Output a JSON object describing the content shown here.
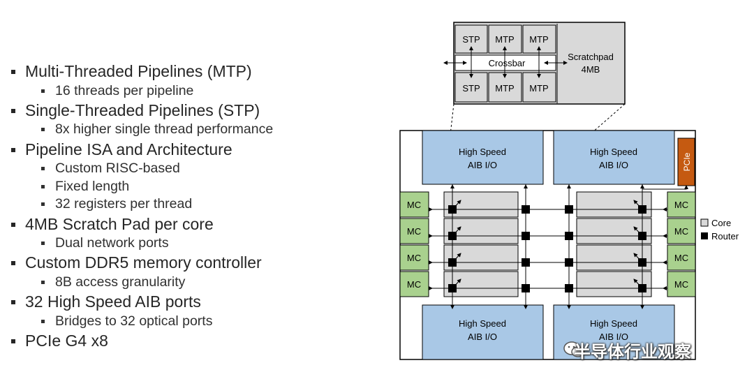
{
  "bullets": [
    {
      "text": "Multi-Threaded Pipelines (MTP)",
      "sub": [
        "16 threads per pipeline"
      ]
    },
    {
      "text": "Single-Threaded Pipelines (STP)",
      "sub": [
        "8x higher single thread performance"
      ]
    },
    {
      "text": "Pipeline ISA and Architecture",
      "sub": [
        "Custom RISC-based",
        "Fixed length",
        "32 registers per thread"
      ]
    },
    {
      "text": "4MB Scratch Pad per core",
      "sub": [
        "Dual network ports"
      ]
    },
    {
      "text": "Custom DDR5 memory controller",
      "sub": [
        "8B access granularity"
      ]
    },
    {
      "text": "32 High Speed AIB ports",
      "sub": [
        "Bridges to 32 optical ports"
      ]
    },
    {
      "text": "PCIe G4 x8",
      "sub": []
    }
  ],
  "core_detail": {
    "top_row": [
      "STP",
      "MTP",
      "MTP"
    ],
    "bottom_row": [
      "STP",
      "MTP",
      "MTP"
    ],
    "crossbar": "Crossbar",
    "scratchpad": [
      "Scratchpad",
      "4MB"
    ]
  },
  "chip": {
    "aib_label": [
      "High Speed",
      "AIB I/O"
    ],
    "mc_label": "MC",
    "pcie_label": "PCIe"
  },
  "legend": {
    "core": "Core",
    "router": "Router"
  },
  "watermark": "半导体行业观察",
  "colors": {
    "aib": "#a9c8e6",
    "mc": "#a9d18e",
    "core": "#d9d9d9",
    "pcie": "#c55a11",
    "router": "#000000"
  }
}
